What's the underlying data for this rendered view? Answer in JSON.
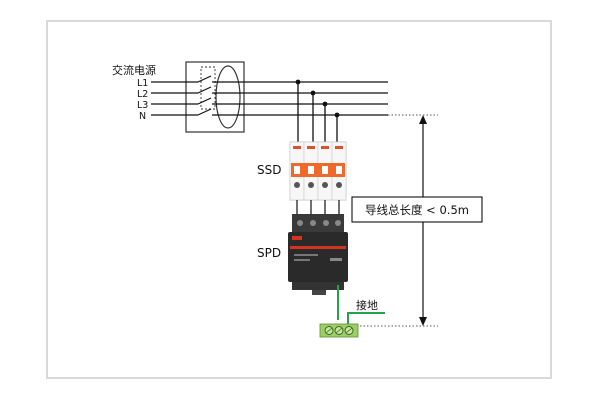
{
  "source": {
    "label": "交流电源",
    "lines": [
      "L1",
      "L2",
      "L3",
      "N"
    ]
  },
  "devices": {
    "ssd": {
      "label": "SSD",
      "poles": 4
    },
    "spd": {
      "label": "SPD"
    }
  },
  "measurement": {
    "label": "导线总长度 < 0.5m"
  },
  "ground": {
    "label": "接地"
  },
  "colors": {
    "frame": "#d9d9d9",
    "wire": "#111111",
    "ground_wire": "#22a34a",
    "terminal": "#9bcf63",
    "breaker_body": "#f3f3f3",
    "breaker_accent": "#ef6a2a",
    "spd_body": "#2a2a2a",
    "spd_accent": "#d2341f"
  }
}
